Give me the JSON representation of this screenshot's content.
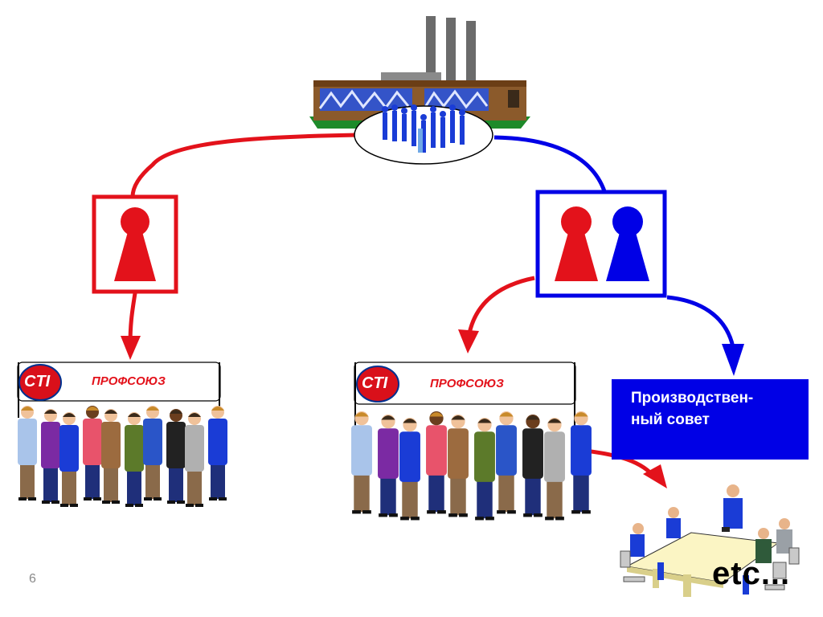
{
  "left_group": {
    "logo": "CTI",
    "banner": "ПРОФСОЮЗ"
  },
  "right_group": {
    "logo": "CTI",
    "banner": "ПРОФСОЮЗ"
  },
  "works_council": {
    "label": "Производствен-\nный совет"
  },
  "meeting": {
    "caption": "etc..."
  },
  "slide_number": "6",
  "colors": {
    "union": "#e3121b",
    "council": "#0000e6",
    "logo_bg": "#d9101a"
  },
  "icons": [
    "factory-icon",
    "keyhole-person-icon",
    "people-group-icon",
    "meeting-table-icon"
  ]
}
